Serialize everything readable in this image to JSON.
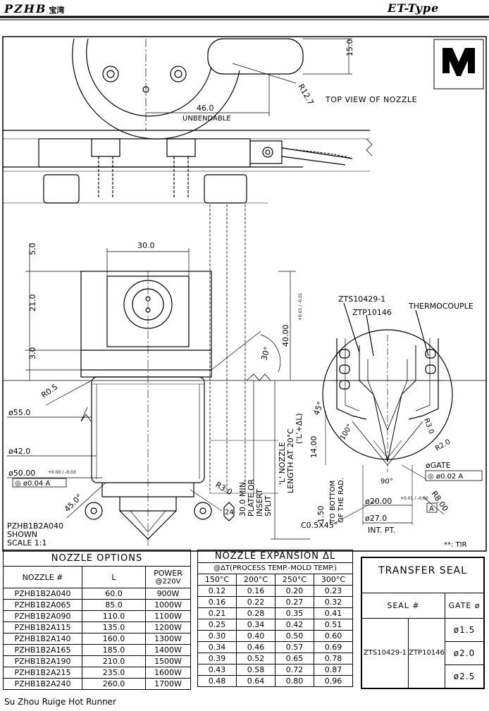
{
  "header": {
    "brand": "PZHB",
    "brand_cn": "宝湾",
    "type": "ET-Type"
  },
  "drawing": {
    "top_view_label": "TOP VIEW OF NOZZLE",
    "dim_15": "15.0",
    "dim_r127": "R12.7",
    "dim_46": "46.0",
    "unbendable": "UNBENDABLE",
    "dim_30": "30.0",
    "dim_5": "5.0",
    "dim_21": "21.0",
    "dim_3": "3.0",
    "dim_r05": "R0.5",
    "dim_55": "ø55.0",
    "dim_42": "ø42.0",
    "dim_50": "ø50.00",
    "dim_50_tol": "+0.00 / -0.03",
    "tol_frame_1": "◎ ø0.04 A",
    "dim_45": "45.0°",
    "dim_30deg": "30°",
    "dim_40": "40.00",
    "dim_40_tol": "+0.01 / -0.01",
    "nozzle_len": "'L' NOZZLE",
    "nozzle_len2": "LENGTH AT 20°C",
    "nozzle_len3": "('L'+ΔL)",
    "plate_note1": "30.0 MIN.",
    "plate_note2": "PLATE OR",
    "plate_note3": "INSERT",
    "plate_note4": "SPLIT",
    "dim_r3": "R3.0",
    "hex": "24",
    "model_shown": "PZHB1B2A040",
    "shown": "SHOWN",
    "scale": "SCALE 1:1",
    "detail_zts": "ZTS10429-1",
    "detail_ztp": "ZTP10146",
    "thermocouple": "THERMOCOUPLE",
    "dim_45deg": "45°",
    "dim_14": "14.00",
    "dim_100": "100°",
    "dim_r30": "R3.0",
    "dim_r20": "R2.0",
    "gate_label": "øGATE",
    "tol_frame_2": "◎ ø0.02 A",
    "dim_90": "90°",
    "dim_r8": "R8.00",
    "dim_150": "1.50",
    "to_bottom1": "TO BOTTOM",
    "to_bottom2": "OF THE RAD.",
    "dim_20": "ø20.00",
    "dim_20_tol": "+0.01 / -0.00",
    "datum_a": "A",
    "dim_27": "ø27.0",
    "int_pt": "INT. PT.",
    "chamfer": "C0.5X45°",
    "tir_note": "**: TIR"
  },
  "nozzle_options": {
    "title": "NOZZLE OPTIONS",
    "headers": [
      "NOZZLE #",
      "L",
      "POWER"
    ],
    "power_sub": "@220V",
    "rows": [
      [
        "PZHB1B2A040",
        "60.0",
        "900W"
      ],
      [
        "PZHB1B2A065",
        "85.0",
        "1000W"
      ],
      [
        "PZHB1B2A090",
        "110.0",
        "1100W"
      ],
      [
        "PZHB1B2A115",
        "135.0",
        "1200W"
      ],
      [
        "PZHB1B2A140",
        "160.0",
        "1300W"
      ],
      [
        "PZHB1B2A165",
        "185.0",
        "1400W"
      ],
      [
        "PZHB1B2A190",
        "210.0",
        "1500W"
      ],
      [
        "PZHB1B2A215",
        "235.0",
        "1600W"
      ],
      [
        "PZHB1B2A240",
        "260.0",
        "1700W"
      ]
    ]
  },
  "nozzle_expansion": {
    "title": "NOZZLE EXPANSION ΔL",
    "subtitle": "@ΔT(PROCESS TEMP.-MOLD TEMP.)",
    "headers": [
      "150°C",
      "200°C",
      "250°C",
      "300°C"
    ],
    "rows": [
      [
        "0.12",
        "0.16",
        "0.20",
        "0.23"
      ],
      [
        "0.16",
        "0.22",
        "0.27",
        "0.32"
      ],
      [
        "0.21",
        "0.28",
        "0.35",
        "0.41"
      ],
      [
        "0.25",
        "0.34",
        "0.42",
        "0.51"
      ],
      [
        "0.30",
        "0.40",
        "0.50",
        "0.60"
      ],
      [
        "0.34",
        "0.46",
        "0.57",
        "0.69"
      ],
      [
        "0.39",
        "0.52",
        "0.65",
        "0.78"
      ],
      [
        "0.43",
        "0.58",
        "0.72",
        "0.87"
      ],
      [
        "0.48",
        "0.64",
        "0.80",
        "0.96"
      ]
    ]
  },
  "transfer_seal": {
    "title": "TRANSFER SEAL",
    "seal_header": "SEAL #",
    "gate_header": "GATE ø",
    "seal_1": "ZTS10429-1",
    "seal_2": "ZTP10146",
    "gates": [
      "ø1.5",
      "ø2.0",
      "ø2.5"
    ]
  },
  "footer": {
    "company": "Su Zhou Ruige Hot Runner"
  }
}
